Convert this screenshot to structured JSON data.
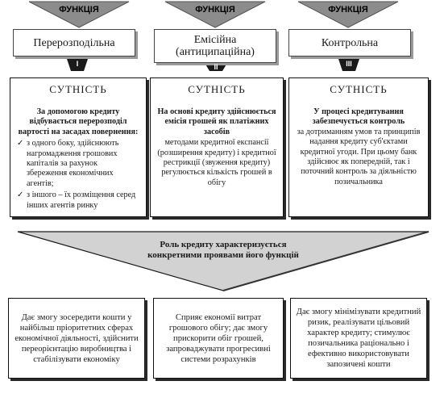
{
  "function_label": "ФУНКЦІЯ",
  "functions": [
    {
      "name": "Перерозподільна",
      "roman": "I"
    },
    {
      "name": "Емісійна\n(антиципаційна)",
      "roman": "II"
    },
    {
      "name": "Контрольна",
      "roman": "III"
    }
  ],
  "essence_title": "СУТНІСТЬ",
  "essence": [
    {
      "bold": "За допомогою кредиту відбувається перерозподіл вартості на засадах повернення:",
      "bullets": [
        "з одного боку, здійснюють нагромадження грошових капіталів за рахунок збереження економічних агентів;",
        "з іншого – їх розміщення серед інших агентів ринку"
      ]
    },
    {
      "bold": "На основі кредиту здійснюється емісія грошей як платіжних засобів",
      "text": "методами кредитної експансії (розширення кредиту) і кредитної рестрикції (звуження кредиту) регулюється кількість грошей в обігу"
    },
    {
      "bold": "У процесі кредитування забезпечується контроль",
      "text": "за дотриманням умов та принципів надання кредиту суб'єктами кредитної угоди. При цьому банк здійснює як попередній, так і поточний контроль за діяльністю позичальника"
    }
  ],
  "role_text": "Роль кредиту характеризується\nконкретними проявами його функцій",
  "outcomes": [
    "Дає змогу зосередити кошти у найбільш пріоритетних сферах економічної діяльності, здійснити переорієнтацію виробництва і стабілізувати економіку",
    "Сприяє економії витрат грошового обігу; дає змогу прискорити обіг грошей, запроваджувати прогресивні системи розрахунків",
    "Дає змогу мінімізувати кредитний ризик, реалізувати цільовий характер кредиту; стимулює позичальника раціонально і ефективно використовувати запозичені кошти"
  ],
  "colors": {
    "triangle": "#8c8c8c",
    "connector": "#1a1a1a",
    "arrow_fill": "#d2d2d2"
  }
}
